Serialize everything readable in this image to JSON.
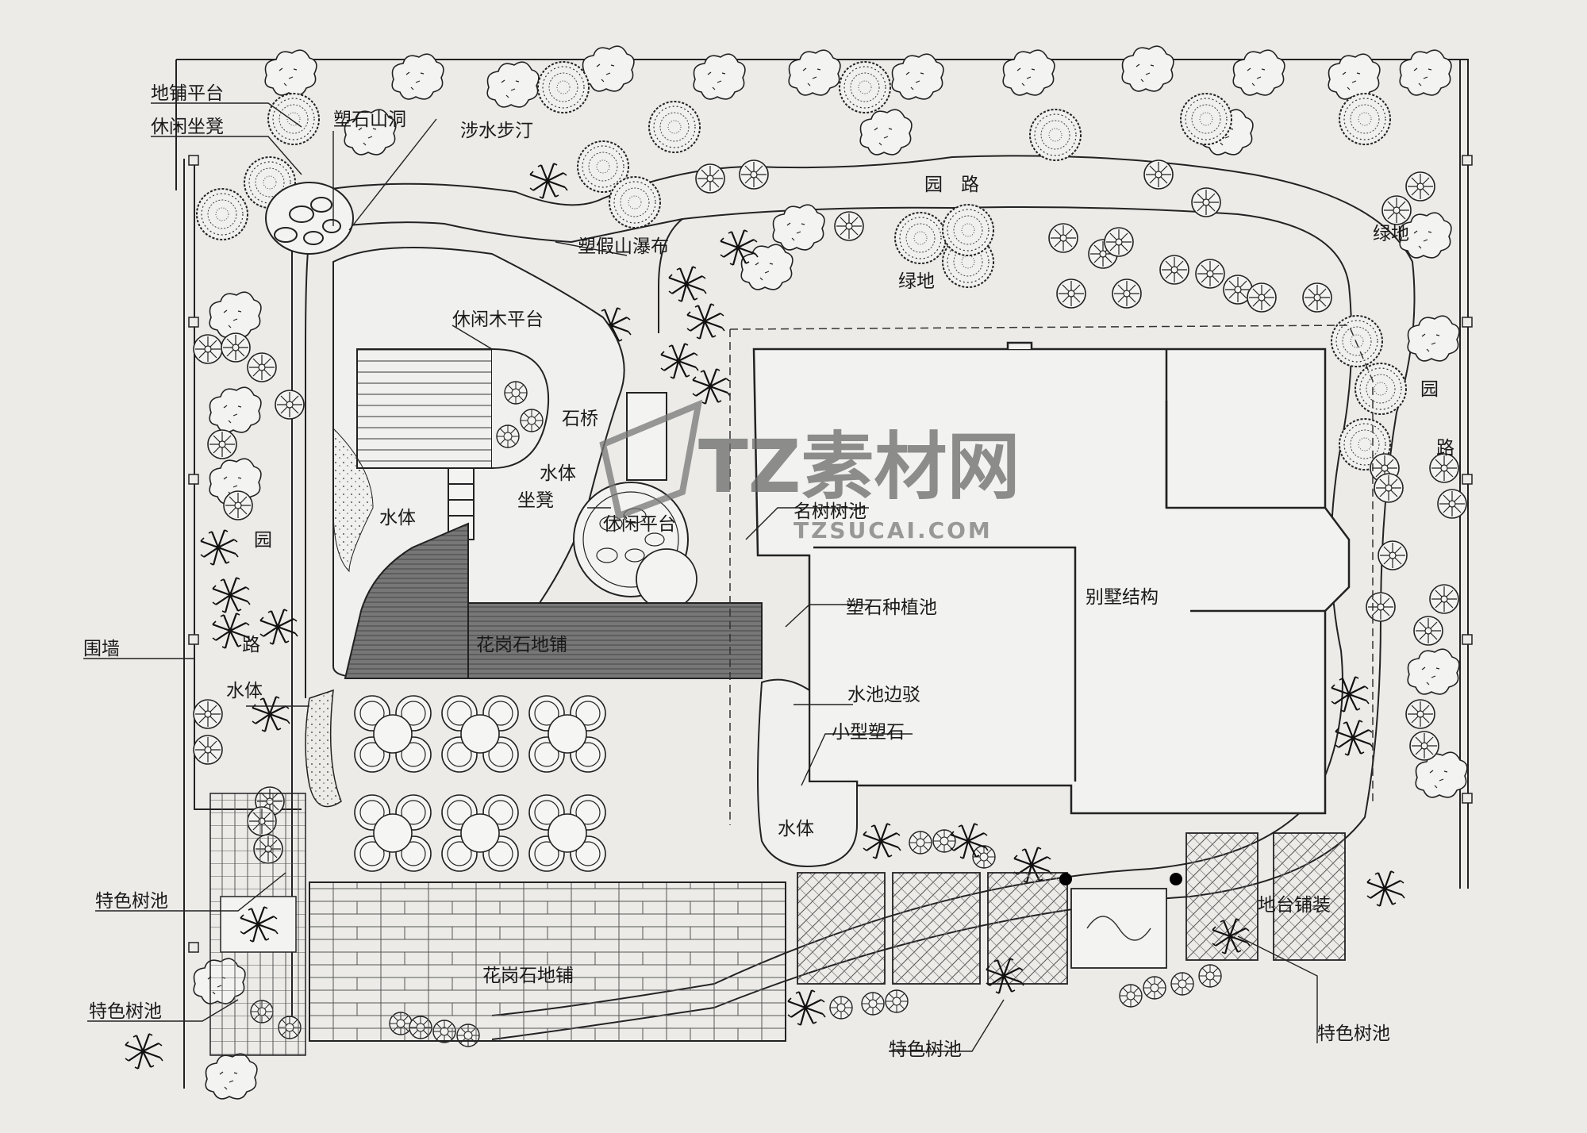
{
  "labels": {
    "paved_platform": "地铺平台",
    "leisure_bench_top": "休闲坐凳",
    "rock_cave": "塑石山洞",
    "wading_steps": "涉水步汀",
    "garden_path_top": "园　路",
    "rockery_waterfall": "塑假山瀑布",
    "green_top_right": "绿地",
    "green_center": "绿地",
    "wood_deck": "休闲木平台",
    "stone_bridge": "石桥",
    "water_body_center": "水体",
    "bench": "坐凳",
    "leisure_platform": "休闲平台",
    "famous_tree_pool": "名树树池",
    "water_body_left": "水体",
    "path_left_1": "园",
    "path_left_2": "路",
    "path_right_1": "园",
    "path_right_2": "路",
    "rock_planter": "塑石种植池",
    "villa_structure": "别墅结构",
    "granite_paving_dark": "花岗石地铺",
    "boundary_wall": "围墙",
    "water_body_small": "水体",
    "pond_edge": "水池边驳",
    "small_rock": "小型塑石",
    "water_body_bottom": "水体",
    "feature_tree_pool_1": "特色树池",
    "granite_paving_light": "花岗石地铺",
    "terrace_paving": "地台铺装",
    "feature_tree_pool_2": "特色树池",
    "feature_tree_pool_3": "特色树池",
    "feature_tree_pool_4": "特色树池"
  },
  "watermark": {
    "main": "TZ素材网",
    "sub": "TZSUCAI.COM"
  },
  "colors": {
    "paper": "#ecebe8",
    "ink": "#1a1a1a",
    "granite_dark": "#6d6d6d",
    "watermark": "#6a6a6a"
  }
}
